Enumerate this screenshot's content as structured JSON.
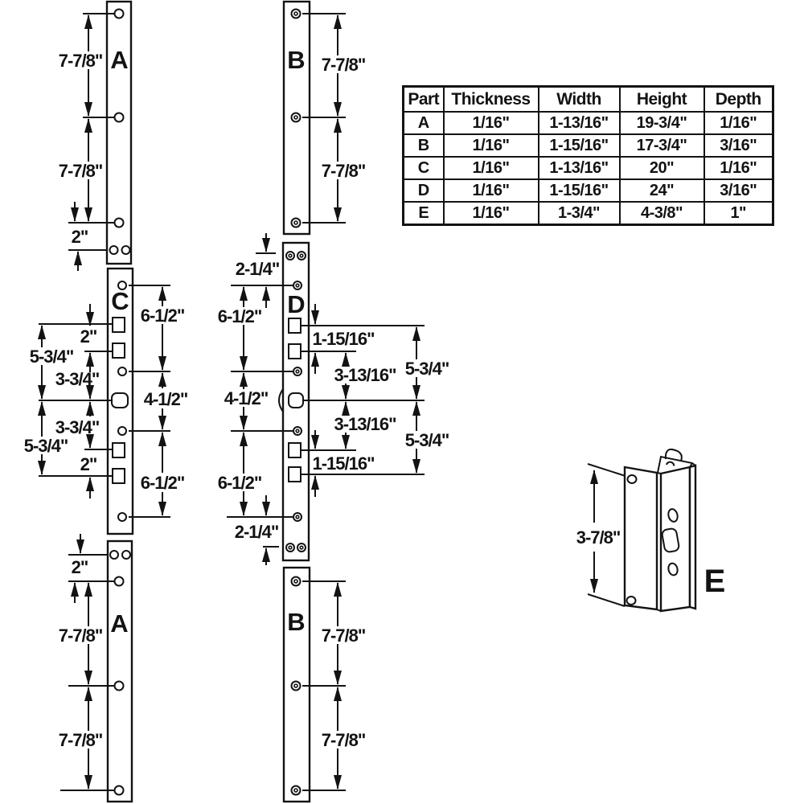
{
  "table": {
    "headers": [
      "Part",
      "Thickness",
      "Width",
      "Height",
      "Depth"
    ],
    "rows": [
      [
        "A",
        "1/16\"",
        "1-13/16\"",
        "19-3/4\"",
        "1/16\""
      ],
      [
        "B",
        "1/16\"",
        "1-15/16\"",
        "17-3/4\"",
        "3/16\""
      ],
      [
        "C",
        "1/16\"",
        "1-13/16\"",
        "20\"",
        "1/16\""
      ],
      [
        "D",
        "1/16\"",
        "1-15/16\"",
        "24\"",
        "3/16\""
      ],
      [
        "E",
        "1/16\"",
        "1-3/4\"",
        "4-3/8\"",
        "1\""
      ]
    ]
  },
  "diagram": {
    "plate_a_top": {
      "label": "A",
      "dim_top": "7-7/8\"",
      "dim_mid": "7-7/8\"",
      "dim_bottom": "2\""
    },
    "plate_b_top": {
      "label": "B",
      "dim_top": "7-7/8\"",
      "dim_bottom": "7-7/8\""
    },
    "plate_c": {
      "label": "C",
      "left_dims": [
        "2\"",
        "5-3/4\"",
        "3-3/4\"",
        "3-3/4\"",
        "5-3/4\"",
        "2\""
      ],
      "right_dims": [
        "6-1/2\"",
        "4-1/2\"",
        "6-1/2\""
      ]
    },
    "plate_d": {
      "label": "D",
      "left_dims": [
        "2-1/4\"",
        "6-1/2\"",
        "4-1/2\"",
        "6-1/2\"",
        "2-1/4\""
      ],
      "right_dims": [
        "1-15/16\"",
        "3-13/16\"",
        "3-13/16\"",
        "1-15/16\""
      ],
      "far_right_dims": [
        "5-3/4\"",
        "5-3/4\""
      ]
    },
    "plate_a_bottom": {
      "label": "A",
      "dim_top": "2\"",
      "dim_mid": "7-7/8\"",
      "dim_bottom": "7-7/8\""
    },
    "plate_b_bottom": {
      "label": "B",
      "dim_top": "7-7/8\"",
      "dim_bottom": "7-7/8\""
    },
    "part_e": {
      "label": "E",
      "dim": "3-7/8\""
    }
  },
  "colors": {
    "ink": "#131313",
    "background": "#ffffff"
  }
}
